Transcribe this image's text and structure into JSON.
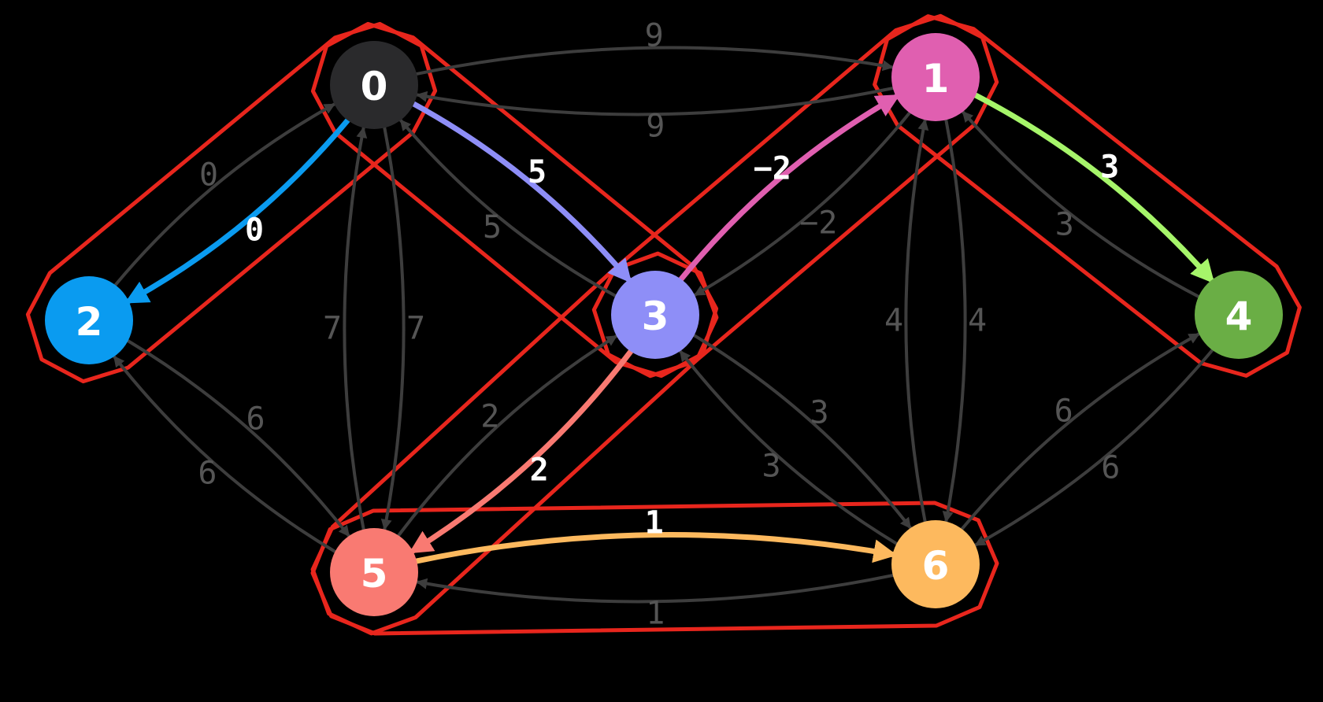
{
  "colors": {
    "background": "#000000",
    "edge": "#3d3d3d",
    "edge_label": "#555555",
    "highlight_label": "#ffffff",
    "cluster_outline": "#e8261d"
  },
  "graph": {
    "nodes": [
      {
        "id": "0",
        "label": "0",
        "color": "#2a2a2c",
        "label_color": "#3a3a3c"
      },
      {
        "id": "1",
        "label": "1",
        "color": "#e05fb0"
      },
      {
        "id": "2",
        "label": "2",
        "color": "#0a9bf0"
      },
      {
        "id": "3",
        "label": "3",
        "color": "#8e8ef7"
      },
      {
        "id": "4",
        "label": "4",
        "color": "#6aae45"
      },
      {
        "id": "5",
        "label": "5",
        "color": "#f97a72"
      },
      {
        "id": "6",
        "label": "6",
        "color": "#fdb95e"
      }
    ],
    "edges": [
      {
        "from": "0",
        "to": "1",
        "weight": "9"
      },
      {
        "from": "1",
        "to": "0",
        "weight": "9"
      },
      {
        "from": "2",
        "to": "0",
        "weight": "0"
      },
      {
        "from": "0",
        "to": "2",
        "weight": "0",
        "highlight": true,
        "color": "#0a9bf0"
      },
      {
        "from": "0",
        "to": "3",
        "weight": "5",
        "highlight": true,
        "color": "#8e8ef7"
      },
      {
        "from": "3",
        "to": "0",
        "weight": "5"
      },
      {
        "from": "3",
        "to": "1",
        "weight": "−2",
        "highlight": true,
        "color": "#e05fb0"
      },
      {
        "from": "1",
        "to": "3",
        "weight": "−2"
      },
      {
        "from": "1",
        "to": "4",
        "weight": "3",
        "highlight": true,
        "color": "#a6f56a"
      },
      {
        "from": "4",
        "to": "1",
        "weight": "3"
      },
      {
        "from": "0",
        "to": "5",
        "weight": "7"
      },
      {
        "from": "5",
        "to": "0",
        "weight": "7"
      },
      {
        "from": "2",
        "to": "5",
        "weight": "6"
      },
      {
        "from": "5",
        "to": "2",
        "weight": "6"
      },
      {
        "from": "3",
        "to": "5",
        "weight": "2",
        "highlight": true,
        "color": "#f97a72"
      },
      {
        "from": "5",
        "to": "3",
        "weight": "2"
      },
      {
        "from": "3",
        "to": "6",
        "weight": "3"
      },
      {
        "from": "6",
        "to": "3",
        "weight": "3"
      },
      {
        "from": "1",
        "to": "6",
        "weight": "4"
      },
      {
        "from": "6",
        "to": "1",
        "weight": "4"
      },
      {
        "from": "6",
        "to": "4",
        "weight": "6"
      },
      {
        "from": "4",
        "to": "6",
        "weight": "6"
      },
      {
        "from": "5",
        "to": "6",
        "weight": "1",
        "highlight": true,
        "color": "#fdb95e"
      },
      {
        "from": "6",
        "to": "5",
        "weight": "1"
      }
    ],
    "clusters": [
      [
        "0",
        "2"
      ],
      [
        "0",
        "3"
      ],
      [
        "3",
        "1"
      ],
      [
        "1",
        "4"
      ],
      [
        "3",
        "5"
      ],
      [
        "5",
        "6"
      ]
    ]
  }
}
